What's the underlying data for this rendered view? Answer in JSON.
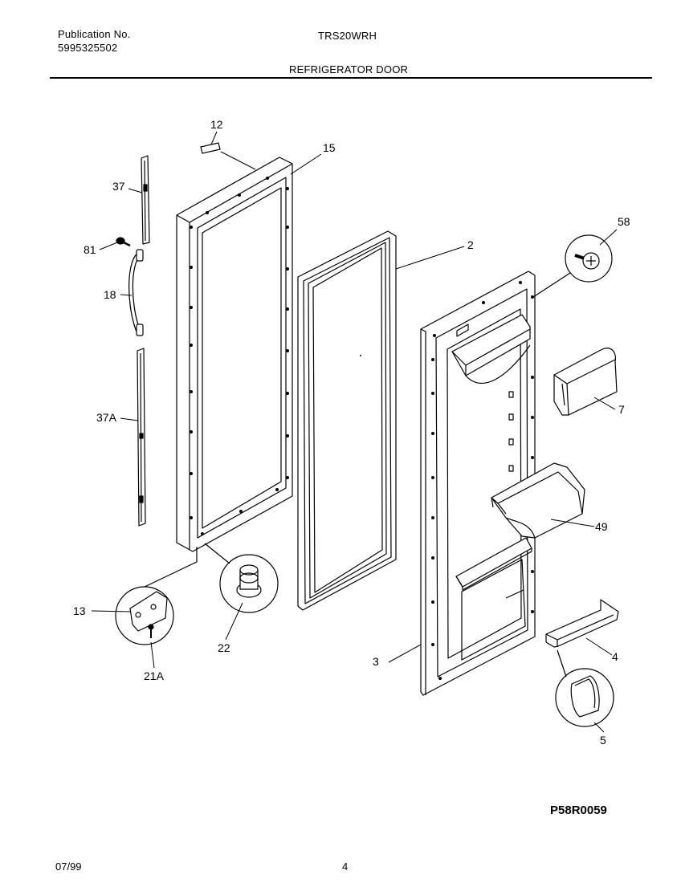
{
  "header": {
    "publication_label": "Publication No.",
    "publication_number": "5995325502",
    "model": "TRS20WRH",
    "section_title": "REFRIGERATOR DOOR"
  },
  "callouts": {
    "c12": "12",
    "c15": "15",
    "c37": "37",
    "c81": "81",
    "c18": "18",
    "c37A": "37A",
    "c2": "2",
    "c58": "58",
    "c7": "7",
    "c49": "49",
    "c13": "13",
    "c22": "22",
    "c21A": "21A",
    "c3": "3",
    "c4": "4",
    "c5": "5"
  },
  "footer": {
    "date": "07/99",
    "page_number": "4",
    "diagram_code": "P58R0059"
  }
}
